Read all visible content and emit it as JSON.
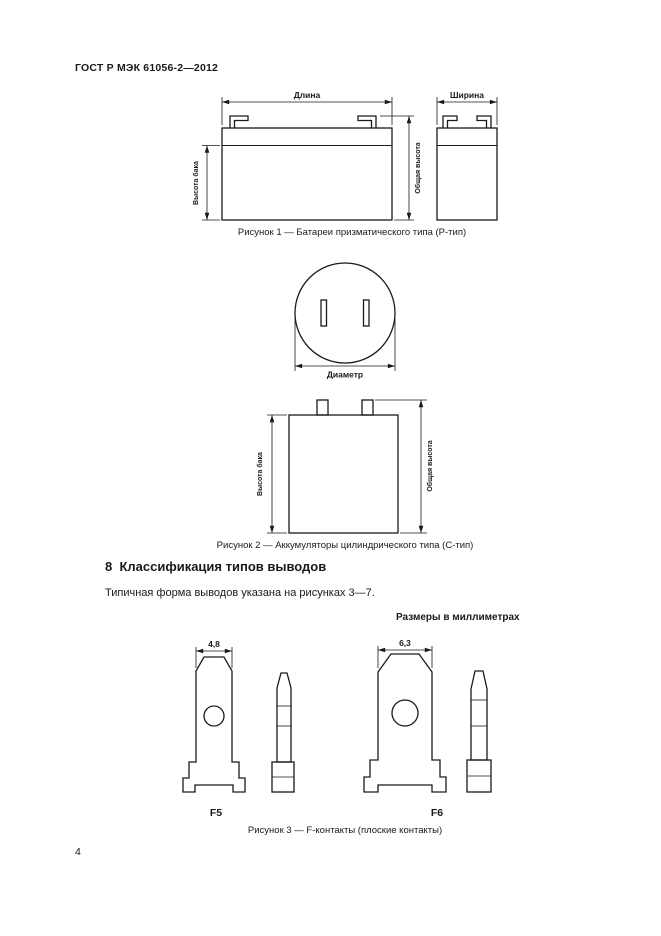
{
  "header": {
    "doc_number": "ГОСТ Р МЭК 61056-2—2012"
  },
  "section": {
    "heading": "8  Классификация типов выводов",
    "paragraph": "Типичная форма выводов указана на рисунках 3—7."
  },
  "figures": {
    "fig1": {
      "dim_length": "Длина",
      "dim_width": "Ширина",
      "dim_tank_height": "Высота бака",
      "dim_total_height": "Общая высота",
      "caption": "Рисунок 1 — Батареи призматического типа (Р-тип)"
    },
    "fig2": {
      "dim_diameter": "Диаметр",
      "dim_tank_height": "Высота бака",
      "dim_total_height": "Общая высота",
      "caption": "Рисунок 2 — Аккумуляторы цилиндрического типа (С-тип)"
    },
    "fig3": {
      "units_note": "Размеры в миллиметрах",
      "dim_f5": "4,8",
      "dim_f6": "6,3",
      "label_f5": "F5",
      "label_f6": "F6",
      "caption": "Рисунок 3 — F-контакты (плоские контакты)"
    }
  },
  "footer": {
    "page_number": "4"
  }
}
